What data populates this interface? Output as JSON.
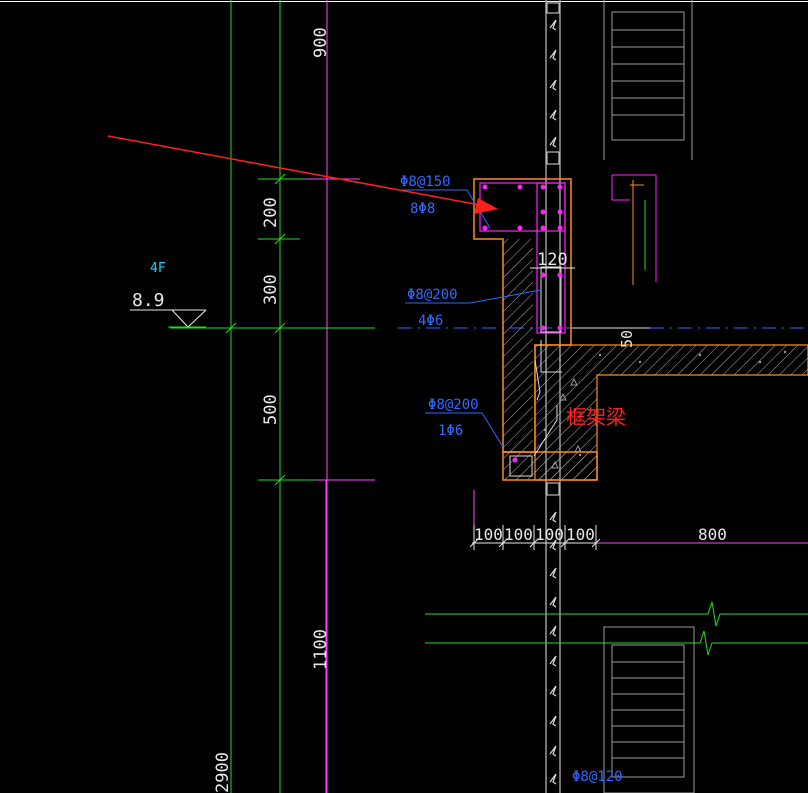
{
  "drawing": {
    "floor_tag": "4F",
    "elevation": "8.9",
    "dims_vertical": [
      "900",
      "200",
      "300",
      "500",
      "1100",
      "2900"
    ],
    "dims_horizontal": [
      "100",
      "100",
      "100",
      "100",
      "800"
    ],
    "slab_thickness": "50",
    "parapet_width": "120",
    "rebar_labels": {
      "top_stirrup": "Φ8@150",
      "top_bars": "8Φ8",
      "mid_stirrup": "Φ8@200",
      "mid_bars": "4Φ6",
      "low_stirrup": "Φ8@200",
      "low_bars": "1Φ6",
      "bottom_partial": "Φ8@120"
    },
    "beam_note": "框架梁",
    "colors": {
      "background": "#000000",
      "grid_green": "#22dd22",
      "dim_white": "#e8e8e8",
      "magenta": "#ff22ff",
      "orange": "#ff8c1a",
      "rebar_blue": "#2f6bff",
      "annotation_red": "#ff2020"
    }
  }
}
